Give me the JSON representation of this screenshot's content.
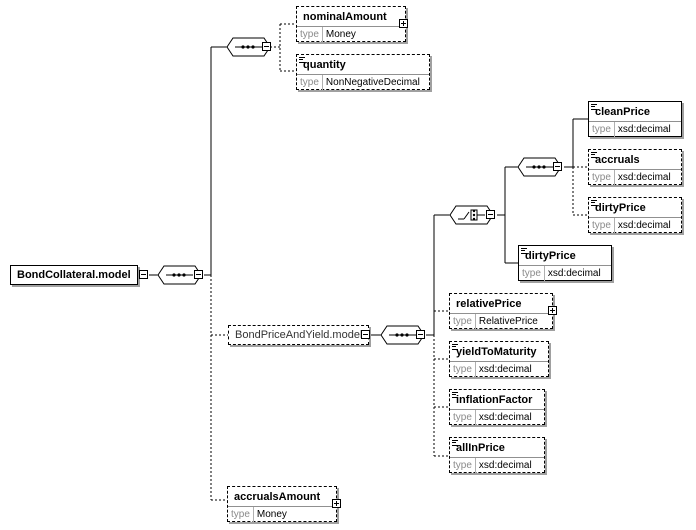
{
  "type_label": "type",
  "root_group": {
    "label": "BondCollateral.model"
  },
  "nominal_amount": {
    "name": "nominalAmount",
    "type": "Money"
  },
  "quantity": {
    "name": "quantity",
    "type": "NonNegativeDecimal"
  },
  "clean_price": {
    "name": "cleanPrice",
    "type": "xsd:decimal"
  },
  "accruals": {
    "name": "accruals",
    "type": "xsd:decimal"
  },
  "dirty_price_inner": {
    "name": "dirtyPrice",
    "type": "xsd:decimal"
  },
  "dirty_price": {
    "name": "dirtyPrice",
    "type": "xsd:decimal"
  },
  "price_group": {
    "label": "BondPriceAndYield.model"
  },
  "relative_price": {
    "name": "relativePrice",
    "type": "RelativePrice"
  },
  "yield_to_maturity": {
    "name": "yieldToMaturity",
    "type": "xsd:decimal"
  },
  "inflation_factor": {
    "name": "inflationFactor",
    "type": "xsd:decimal"
  },
  "all_in_price": {
    "name": "allInPrice",
    "type": "xsd:decimal"
  },
  "accruals_amount": {
    "name": "accrualsAmount",
    "type": "Money"
  }
}
